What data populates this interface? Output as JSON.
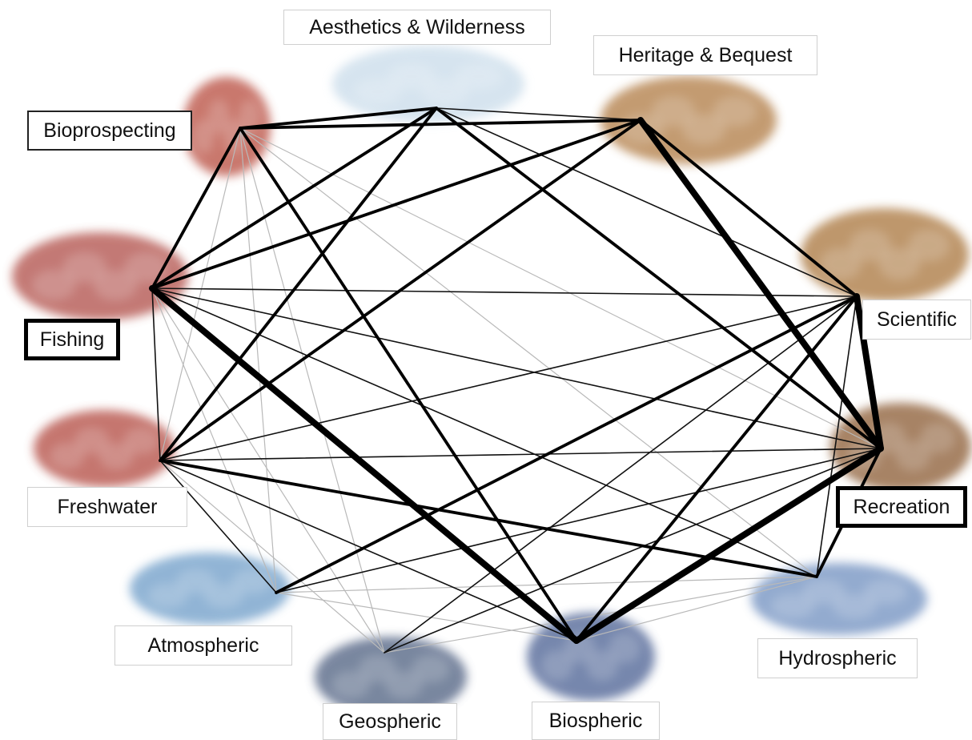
{
  "nodes": [
    {
      "id": "aesthetics",
      "label": "Aesthetics & Wilderness",
      "color": "#c9dcea",
      "image": "sea-ice-landscape"
    },
    {
      "id": "heritage",
      "label": "Heritage & Bequest",
      "color": "#b07a43",
      "image": "flags-at-pole"
    },
    {
      "id": "bioprospecting",
      "label": "Bioprospecting",
      "color": "#b84b3c",
      "image": "researcher-sampling"
    },
    {
      "id": "fishing",
      "label": "Fishing",
      "color": "#b04e46",
      "image": "fishing-vessel"
    },
    {
      "id": "scientific",
      "label": "Scientific",
      "color": "#a9743b",
      "image": "research-station"
    },
    {
      "id": "freshwater",
      "label": "Freshwater",
      "color": "#b24840",
      "image": "frozen-lake"
    },
    {
      "id": "recreation",
      "label": "Recreation",
      "color": "#8a5a33",
      "image": "tourist-group"
    },
    {
      "id": "atmospheric",
      "label": "Atmospheric",
      "color": "#6d9cc8",
      "image": "clouds"
    },
    {
      "id": "hydrospheric",
      "label": "Hydrospheric",
      "color": "#6f8fbf",
      "image": "glacier-water"
    },
    {
      "id": "geospheric",
      "label": "Geospheric",
      "color": "#4d5e80",
      "image": "rocks"
    },
    {
      "id": "biospheric",
      "label": "Biospheric",
      "color": "#4a5f92",
      "image": "penguins"
    }
  ],
  "links": [
    {
      "from": "bioprospecting",
      "to": "aesthetics",
      "weight": "medium"
    },
    {
      "from": "bioprospecting",
      "to": "heritage",
      "weight": "medium"
    },
    {
      "from": "bioprospecting",
      "to": "fishing",
      "weight": "medium"
    },
    {
      "from": "bioprospecting",
      "to": "biospheric",
      "weight": "medium"
    },
    {
      "from": "bioprospecting",
      "to": "recreation",
      "weight": "light"
    },
    {
      "from": "bioprospecting",
      "to": "hydrospheric",
      "weight": "light"
    },
    {
      "from": "bioprospecting",
      "to": "freshwater",
      "weight": "light"
    },
    {
      "from": "bioprospecting",
      "to": "atmospheric",
      "weight": "light"
    },
    {
      "from": "bioprospecting",
      "to": "geospheric",
      "weight": "light"
    },
    {
      "from": "aesthetics",
      "to": "heritage",
      "weight": "thin"
    },
    {
      "from": "aesthetics",
      "to": "fishing",
      "weight": "medium"
    },
    {
      "from": "aesthetics",
      "to": "recreation",
      "weight": "medium"
    },
    {
      "from": "aesthetics",
      "to": "scientific",
      "weight": "thin"
    },
    {
      "from": "aesthetics",
      "to": "freshwater",
      "weight": "medium"
    },
    {
      "from": "heritage",
      "to": "fishing",
      "weight": "medium"
    },
    {
      "from": "heritage",
      "to": "scientific",
      "weight": "medium"
    },
    {
      "from": "heritage",
      "to": "recreation",
      "weight": "heavy"
    },
    {
      "from": "heritage",
      "to": "freshwater",
      "weight": "medium"
    },
    {
      "from": "fishing",
      "to": "scientific",
      "weight": "thin"
    },
    {
      "from": "fishing",
      "to": "biospheric",
      "weight": "heavy"
    },
    {
      "from": "fishing",
      "to": "hydrospheric",
      "weight": "thin"
    },
    {
      "from": "fishing",
      "to": "freshwater",
      "weight": "thin"
    },
    {
      "from": "fishing",
      "to": "recreation",
      "weight": "thin"
    },
    {
      "from": "fishing",
      "to": "atmospheric",
      "weight": "light"
    },
    {
      "from": "fishing",
      "to": "geospheric",
      "weight": "light"
    },
    {
      "from": "scientific",
      "to": "recreation",
      "weight": "heavy"
    },
    {
      "from": "scientific",
      "to": "freshwater",
      "weight": "thin"
    },
    {
      "from": "scientific",
      "to": "atmospheric",
      "weight": "medium"
    },
    {
      "from": "scientific",
      "to": "biospheric",
      "weight": "medium"
    },
    {
      "from": "scientific",
      "to": "geospheric",
      "weight": "thin"
    },
    {
      "from": "scientific",
      "to": "hydrospheric",
      "weight": "thin"
    },
    {
      "from": "freshwater",
      "to": "hydrospheric",
      "weight": "medium"
    },
    {
      "from": "freshwater",
      "to": "recreation",
      "weight": "thin"
    },
    {
      "from": "freshwater",
      "to": "biospheric",
      "weight": "thin"
    },
    {
      "from": "freshwater",
      "to": "atmospheric",
      "weight": "thin"
    },
    {
      "from": "freshwater",
      "to": "geospheric",
      "weight": "light"
    },
    {
      "from": "recreation",
      "to": "biospheric",
      "weight": "heavy"
    },
    {
      "from": "recreation",
      "to": "hydrospheric",
      "weight": "medium"
    },
    {
      "from": "recreation",
      "to": "atmospheric",
      "weight": "thin"
    },
    {
      "from": "recreation",
      "to": "geospheric",
      "weight": "thin"
    },
    {
      "from": "atmospheric",
      "to": "biospheric",
      "weight": "light"
    },
    {
      "from": "atmospheric",
      "to": "hydrospheric",
      "weight": "light"
    },
    {
      "from": "geospheric",
      "to": "hydrospheric",
      "weight": "light"
    },
    {
      "from": "biospheric",
      "to": "hydrospheric",
      "weight": "light"
    }
  ]
}
